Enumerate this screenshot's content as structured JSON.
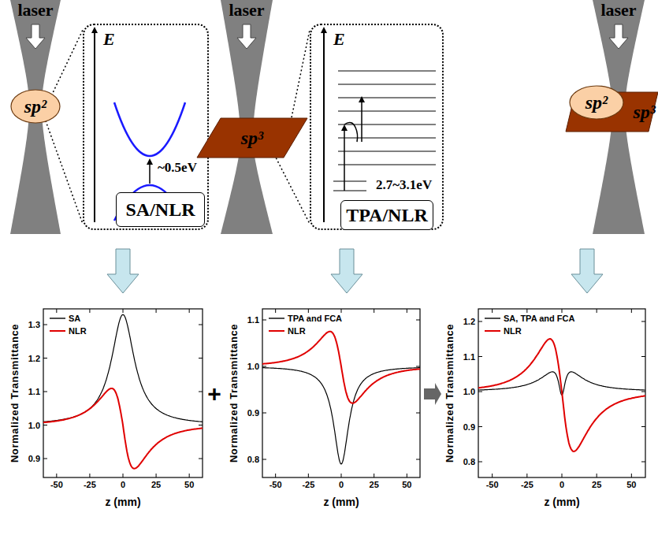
{
  "diagram": {
    "nodes": [
      {
        "text": [
          "laser"
        ]
      },
      {
        "text": [
          "sp²"
        ]
      },
      {
        "text": [
          "E",
          "~0.5eV"
        ]
      },
      {
        "text": [
          "SA/NLR"
        ],
        "in": 2
      },
      {
        "text": [
          "laser"
        ]
      },
      {
        "text": [
          "sp³"
        ]
      },
      {
        "text": [
          "E",
          "2.7~3.1eV"
        ]
      },
      {
        "text": [
          "TPA/NLR"
        ],
        "in": 6
      },
      {
        "text": [
          "laser"
        ]
      },
      {
        "text": [
          "sp²"
        ]
      },
      {
        "text": [
          "sp³"
        ]
      }
    ],
    "edges": [
      {
        "from": 1,
        "to": 2,
        "arrow": "none"
      },
      {
        "from": 5,
        "to": 6,
        "arrow": "none"
      }
    ],
    "labels": [
      "1.3",
      "1.2",
      "1.1",
      "1.0",
      "0.9",
      "-50",
      "-25",
      "0",
      "25",
      "50",
      "Normalized Transmittance",
      "z (mm)",
      "1.1",
      "1.0",
      "0.9",
      "0.8",
      "-50",
      "-25",
      "0",
      "25",
      "50",
      "Normalized Transmittance",
      "z (mm)",
      "1.2",
      "1.1",
      "1.0",
      "0.9",
      "0.8",
      "-50",
      "-25",
      "0",
      "25",
      "50",
      "Normalized Transmittance",
      "z (mm)",
      "+"
    ],
    "legend": [
      {
        "text": "SA"
      },
      {
        "text": "NLR"
      },
      {
        "text": "TPA and FCA"
      },
      {
        "text": "NLR"
      },
      {
        "text": "SA, TPA and FCA"
      },
      {
        "text": "NLR"
      }
    ]
  }
}
